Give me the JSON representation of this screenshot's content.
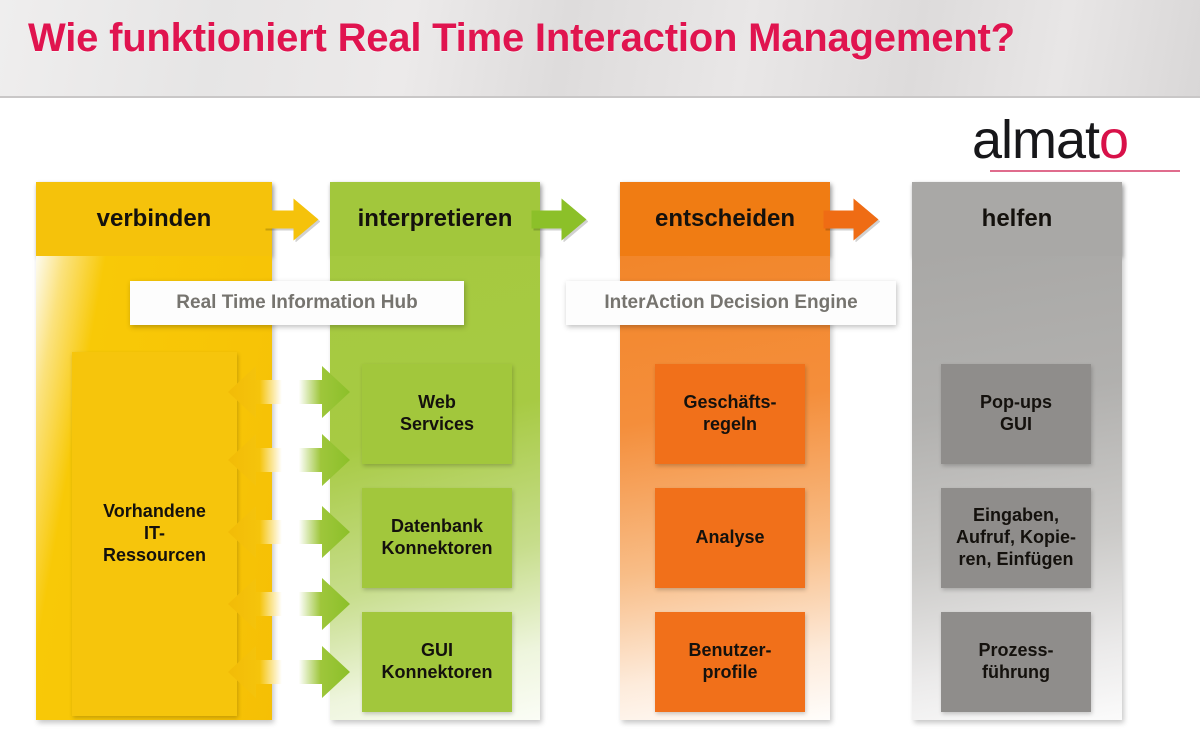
{
  "header": {
    "title": "Wie funktioniert Real Time Interaction Management?",
    "title_color": "#e0144f",
    "band_color": "#e6e5e5"
  },
  "logo": {
    "text_main": "almat",
    "text_accent": "o",
    "full_text": "almato",
    "main_color": "#17171a",
    "accent_color": "#d81149",
    "rule_color": "#e06c8d"
  },
  "diagram": {
    "type": "process-flow",
    "stages": [
      {
        "key": "verbinden",
        "header": "verbinden",
        "color": "#f5c20b",
        "tiles": [
          {
            "key": "resources",
            "label": "Vorhandene\nIT-\nRessourcen",
            "line1": "Vorhandene",
            "line2": "IT-",
            "line3": "Ressourcen",
            "color": "#f6c50c"
          }
        ]
      },
      {
        "key": "interpretieren",
        "header": "interpretieren",
        "color": "#a2c73c",
        "tiles": [
          {
            "key": "web-services",
            "line1": "Web",
            "line2": "Services",
            "color": "#a2c73c"
          },
          {
            "key": "datenbank-konnektoren",
            "line1": "Datenbank",
            "line2": "Konnektoren",
            "color": "#a2c73c"
          },
          {
            "key": "gui-konnektoren",
            "line1": "GUI",
            "line2": "Konnektoren",
            "color": "#a2c73c"
          }
        ]
      },
      {
        "key": "entscheiden",
        "header": "entscheiden",
        "color": "#f07c13",
        "tiles": [
          {
            "key": "geschaeftsregeln",
            "line1": "Geschäfts-",
            "line2": "regeln",
            "color": "#f1701a"
          },
          {
            "key": "analyse",
            "line1": "Analyse",
            "line2": "",
            "color": "#f1701a"
          },
          {
            "key": "benutzerprofile",
            "line1": "Benutzer-",
            "line2": "profile",
            "color": "#f1701a"
          }
        ]
      },
      {
        "key": "helfen",
        "header": "helfen",
        "color": "#a9a8a6",
        "tiles": [
          {
            "key": "popups-gui",
            "line1": "Pop-ups",
            "line2": "GUI",
            "line3": "",
            "color": "#8f8d8b"
          },
          {
            "key": "eingaben",
            "line1": "Eingaben,",
            "line2": "Aufruf, Kopie-",
            "line3": "ren, Einfügen",
            "color": "#8f8d8b"
          },
          {
            "key": "prozessfuehrung",
            "line1": "Prozess-",
            "line2": "führung",
            "line3": "",
            "color": "#8f8d8b"
          }
        ]
      }
    ],
    "overlay_labels": [
      {
        "key": "real-time-information-hub",
        "text": "Real Time Information Hub"
      },
      {
        "key": "interaction-decision-engine",
        "text": "InterAction Decision Engine"
      }
    ],
    "stage_arrows": [
      {
        "key": "verbinden-to-interpretieren",
        "direction": "right",
        "color": "#f5c20b"
      },
      {
        "key": "interpretieren-to-entscheiden",
        "direction": "right",
        "color": "#8cc029"
      },
      {
        "key": "entscheiden-to-helfen",
        "direction": "right",
        "color": "#ef6c14"
      }
    ],
    "exchange_arrows": {
      "count": 5,
      "direction": "bidirectional",
      "left_color": "#f5c20b",
      "right_color": "#8cc029"
    }
  }
}
